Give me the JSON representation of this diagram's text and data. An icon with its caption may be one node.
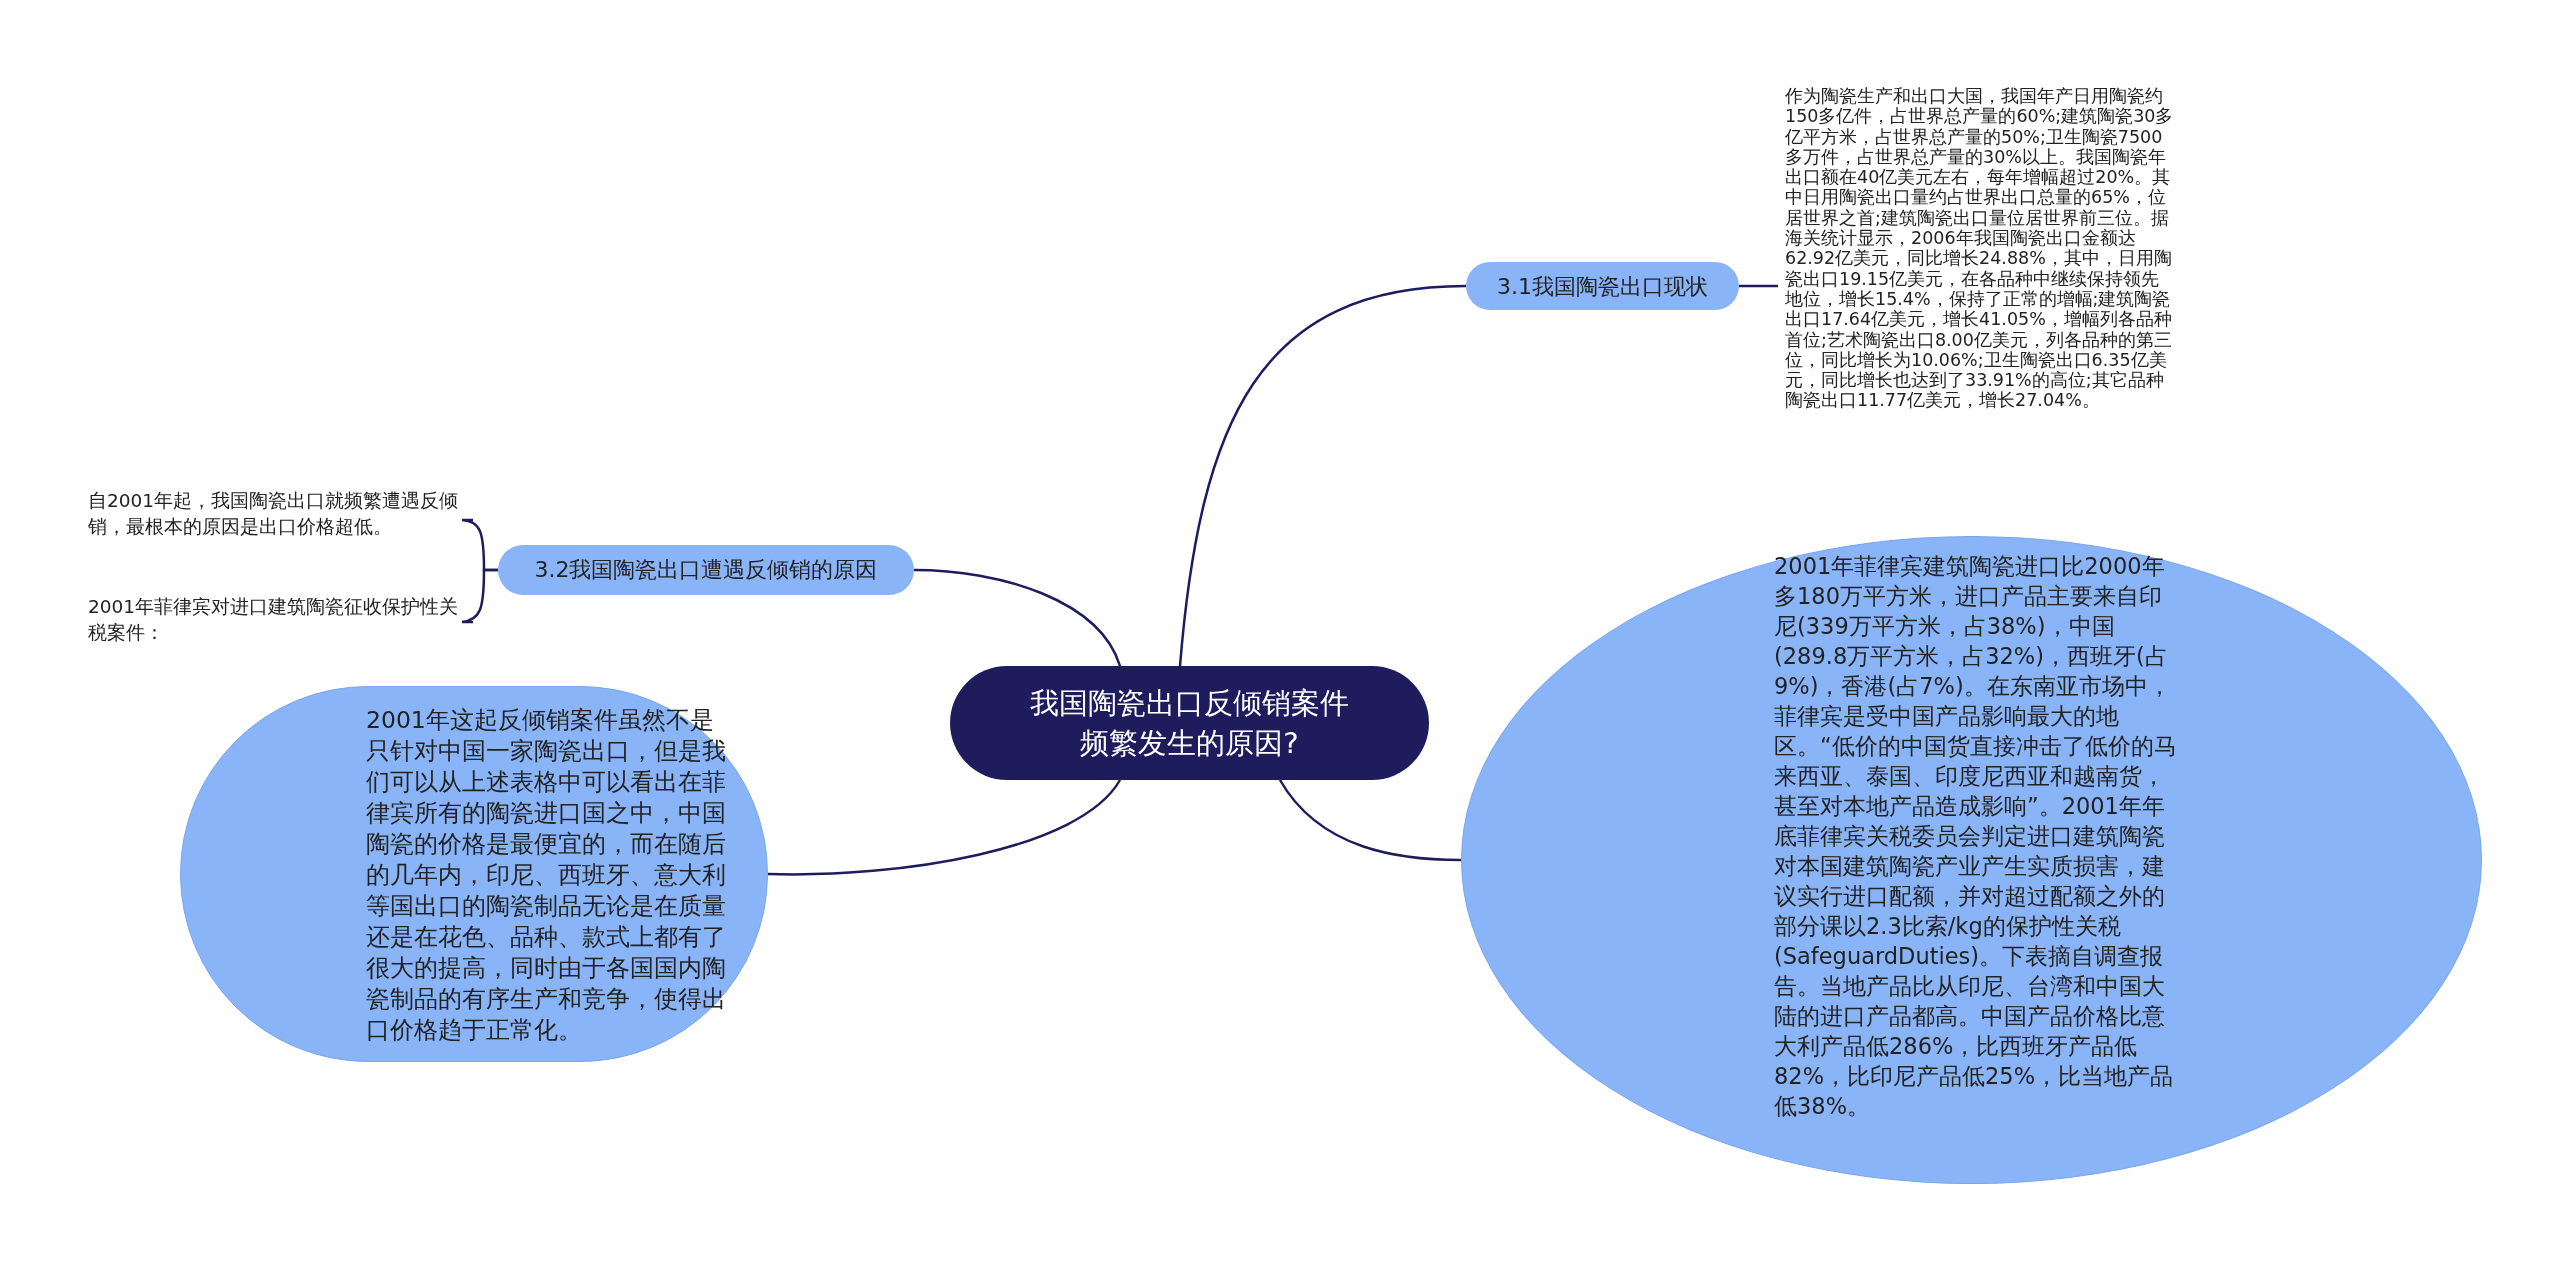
{
  "diagram": {
    "nodes": [
      {
        "text": [
          "我国陶瓷出口反倾销案件频繁发生的原因?"
        ]
      },
      {
        "text": [
          "3.1我国陶瓷出口现状"
        ]
      },
      {
        "text": [
          "作为陶瓷生产和出口大国，我国年产日用陶瓷约150多亿件，占世界总产量的60%;建筑陶瓷30多亿平方米，占世界总产量的50%;卫生陶瓷7500多万件，占世界总产量的30%以上。我国陶瓷年出口额在40亿美元左右，每年增幅超过20%。其中日用陶瓷出口量约占世界出口总量的65%，位居世界之首;建筑陶瓷出口量位居世界前三位。据海关统计显示，2006年我国陶瓷出口金额达62.92亿美元，同比增长24.88%，其中，日用陶瓷出口19.15亿美元，在各品种中继续保持领先地位，增长15.4%，保持了正常的增幅;建筑陶瓷出口17.64亿美元，增长41.05%，增幅列各品种首位;艺术陶瓷出口8.00亿美元，列各品种的第三位，同比增长为10.06%;卫生陶瓷出口6.35亿美元，同比增长也达到了33.91%的高位;其它品种陶瓷出口11.77亿美元，增长27.04%。"
        ]
      },
      {
        "text": [
          "3.2我国陶瓷出口遭遇反倾销的原因"
        ]
      },
      {
        "text": [
          "自2001年起，我国陶瓷出口就频繁遭遇反倾销，最根本的原因是出口价格超低。"
        ]
      },
      {
        "text": [
          "2001年菲律宾对进口建筑陶瓷征收保护性关税案件："
        ]
      },
      {
        "text": [
          "2001年这起反倾销案件虽然不是只针对中国一家陶瓷出口，但是我们可以从上述表格中可以看出在菲律宾所有的陶瓷进口国之中，中国陶瓷的价格是最便宜的，而在随后的几年内，印尼、西班牙、意大利等国出口的陶瓷制品无论是在质量还是在花色、品种、款式上都有了很大的提高，同时由于各国国内陶瓷制品的有序生产和竞争，使得出口价格趋于正常化。"
        ]
      },
      {
        "text": [
          "2001年菲律宾建筑陶瓷进口比2000年多180万平方米，进口产品主要来自印尼(339万平方米，占38%)，中国(289.8万平方米，占32%)，西班牙(占9%)，香港(占7%)。在东南亚市场中，菲律宾是受中国产品影响最大的地区。“低价的中国货直接冲击了低价的马来西亚、泰国、印度尼西亚和越南货，甚至对本地产品造成影响”。2001年年底菲律宾关税委员会判定进口建筑陶瓷对本国建筑陶瓷产业产生实质损害，建议实行进口配额，并对超过配额之外的部分课以2.3比索/kg的保护性关税(SafeguardDuties)。下表摘自调查报告。当地产品比从印尼、台湾和中国大陆的进口产品都高。中国产品价格比意大利产品低286%，比西班牙产品低82%，比印尼产品低25%，比当地产品低38%。"
        ]
      }
    ],
    "edges": [
      {
        "from": 0,
        "to": 1,
        "arrow": "none"
      },
      {
        "from": 1,
        "to": 2,
        "arrow": "none"
      },
      {
        "from": 0,
        "to": 3,
        "arrow": "none"
      },
      {
        "from": 3,
        "to": 4,
        "arrow": "none"
      },
      {
        "from": 3,
        "to": 5,
        "arrow": "none"
      },
      {
        "from": 0,
        "to": 6,
        "arrow": "none"
      },
      {
        "from": 0,
        "to": 7,
        "arrow": "none"
      }
    ]
  }
}
